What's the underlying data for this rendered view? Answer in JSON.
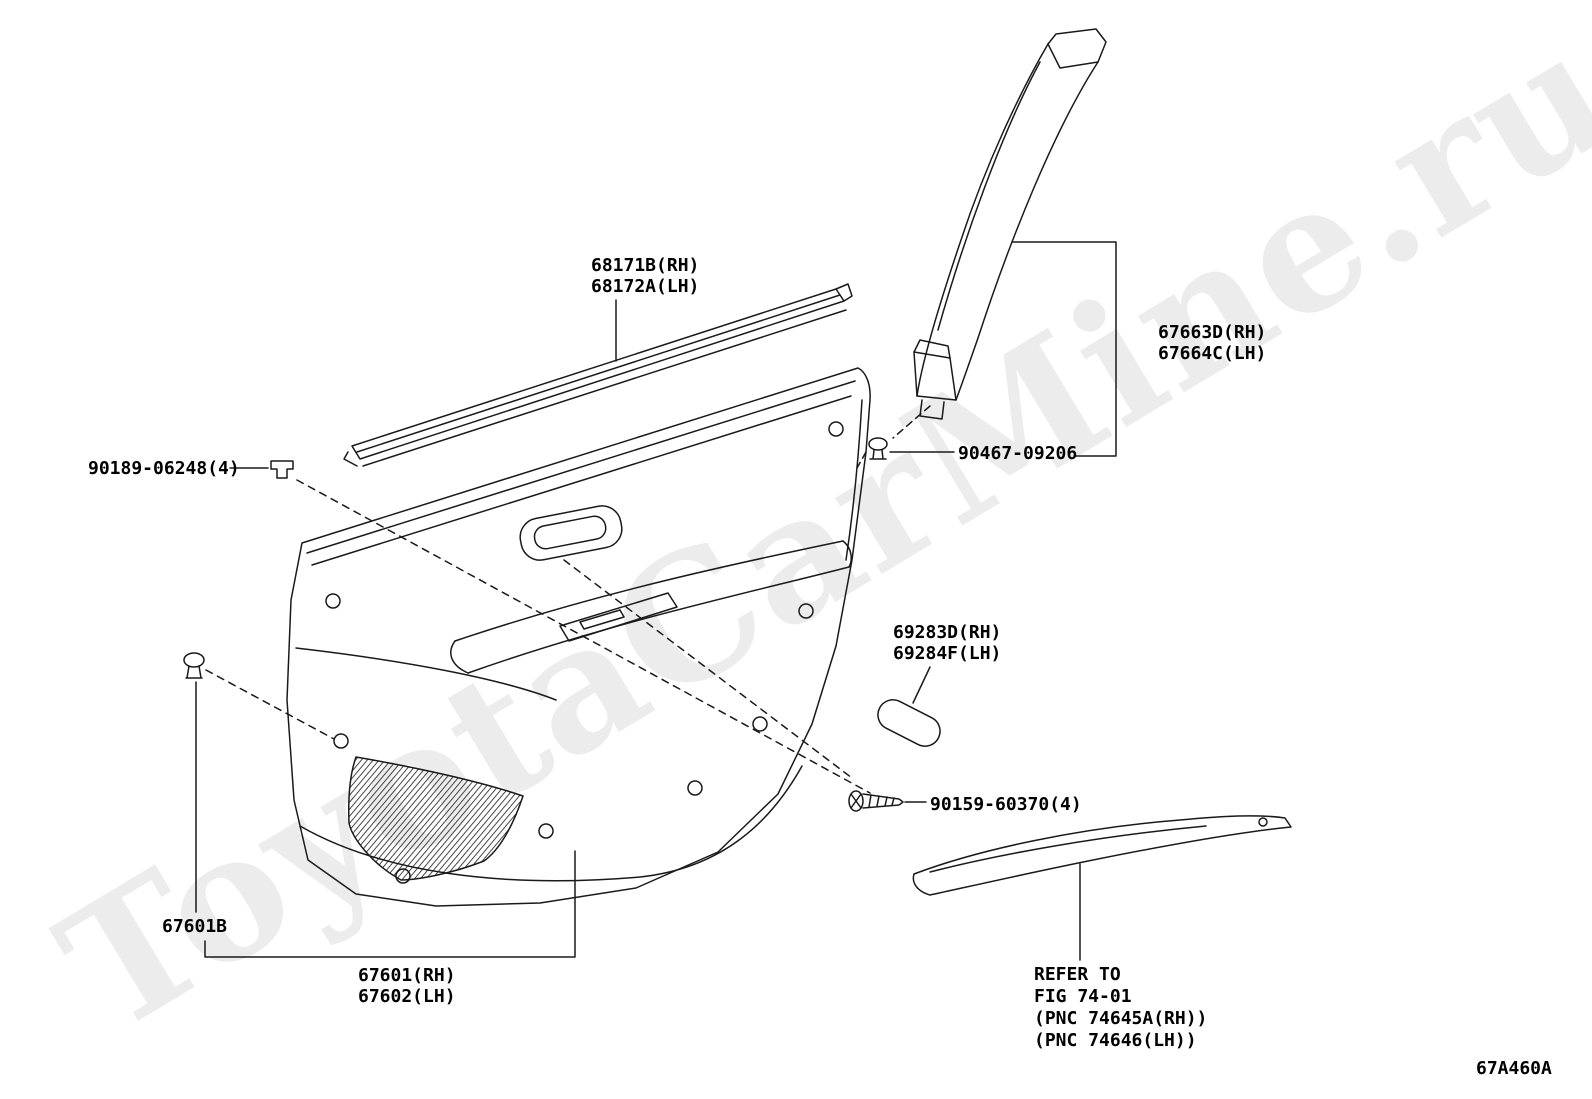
{
  "diagram": {
    "watermark": "ToyotaCarMine.ru",
    "drawing_code": "67A460A"
  },
  "labels": {
    "belt_molding": [
      "68171B(RH)",
      "68172A(LH)"
    ],
    "clip_90189": [
      "90189-06248(4)"
    ],
    "pillar_garnish": [
      "67663D(RH)",
      "67664C(LH)"
    ],
    "clip_90467": [
      "90467-09206"
    ],
    "hole_cover": [
      "69283D(RH)",
      "69284F(LH)"
    ],
    "screw_90159": [
      "90159-60370(4)"
    ],
    "clip_67601b": [
      "67601B"
    ],
    "door_trim_board": [
      "67601(RH)",
      "67602(LH)"
    ],
    "refer_note": [
      "REFER TO",
      "FIG 74-01",
      "(PNC 74645A(RH))",
      "(PNC 74646(LH))"
    ]
  }
}
